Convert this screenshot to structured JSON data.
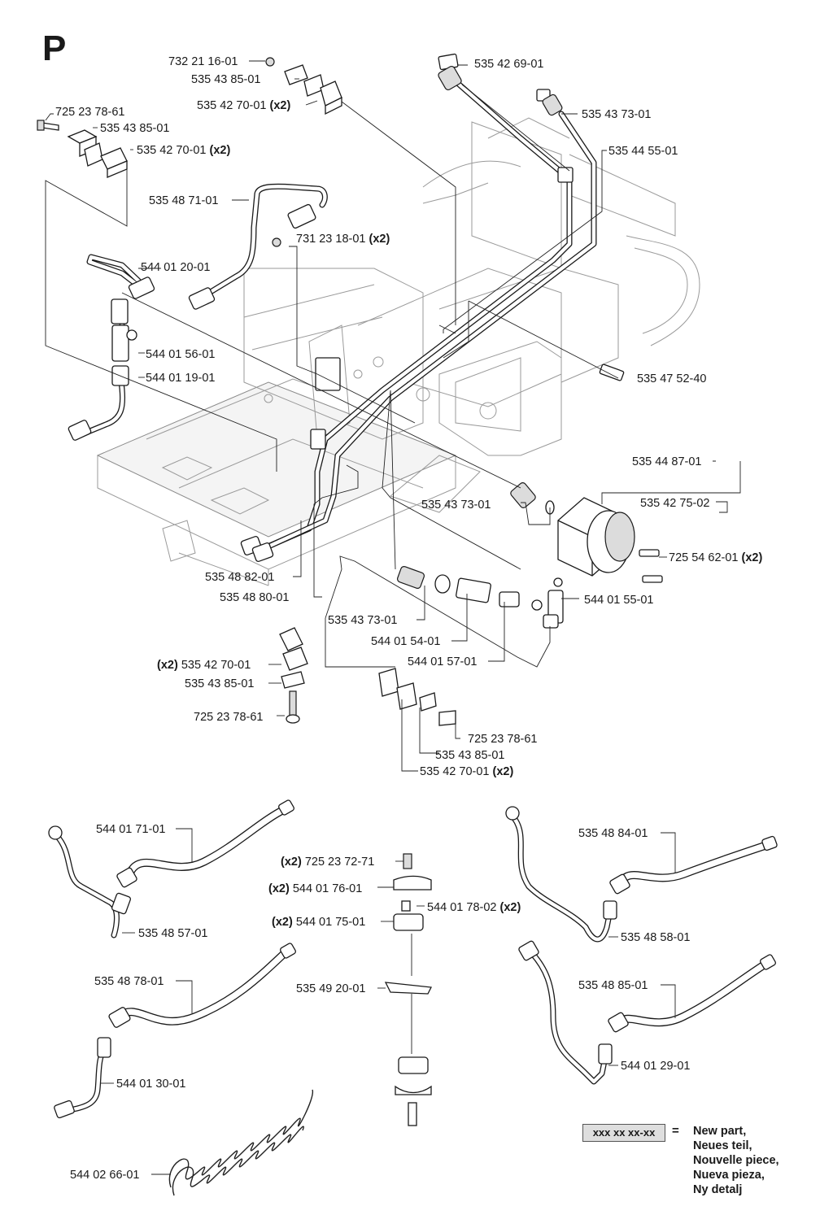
{
  "page_letter": "P",
  "multiplier": "(x2)",
  "legend": {
    "sample": "xxx xx xx-xx",
    "equals": "=",
    "lines": [
      "New part,",
      "Neues teil,",
      "Nouvelle piece,",
      "Nueva pieza,",
      "Ny detalj"
    ]
  },
  "labels": [
    {
      "id": "p-732-21-16-01",
      "text": "732 21 16-01"
    },
    {
      "id": "p-535-43-85-01-a",
      "text": "535 43 85-01"
    },
    {
      "id": "p-535-42-70-01-a",
      "text": "535 42 70-01",
      "qty": "(x2)"
    },
    {
      "id": "p-725-23-78-61-a",
      "text": "725 23 78-61"
    },
    {
      "id": "p-535-43-85-01-b",
      "text": "535 43 85-01"
    },
    {
      "id": "p-535-42-70-01-b",
      "text": "535 42 70-01",
      "qty": "(x2)"
    },
    {
      "id": "p-535-42-69-01",
      "text": "535 42 69-01"
    },
    {
      "id": "p-535-43-73-01-a",
      "text": "535 43 73-01"
    },
    {
      "id": "p-535-44-55-01",
      "text": "535 44 55-01"
    },
    {
      "id": "p-535-48-71-01",
      "text": "535 48 71-01"
    },
    {
      "id": "p-731-23-18-01",
      "text": "731 23 18-01",
      "qty": "(x2)"
    },
    {
      "id": "p-544-01-20-01",
      "text": "544 01 20-01"
    },
    {
      "id": "p-544-01-56-01",
      "text": "544 01 56-01"
    },
    {
      "id": "p-544-01-19-01",
      "text": "544 01 19-01"
    },
    {
      "id": "p-535-47-52-40",
      "text": "535 47 52-40"
    },
    {
      "id": "p-535-44-87-01",
      "text": "535 44 87-01"
    },
    {
      "id": "p-535-42-75-02",
      "text": "535 42 75-02"
    },
    {
      "id": "p-535-43-73-01-b",
      "text": "535 43 73-01"
    },
    {
      "id": "p-725-54-62-01",
      "text": "725 54 62-01",
      "qty": "(x2)"
    },
    {
      "id": "p-544-01-55-01",
      "text": "544 01 55-01"
    },
    {
      "id": "p-535-48-82-01",
      "text": "535 48 82-01"
    },
    {
      "id": "p-535-48-80-01",
      "text": "535 48 80-01"
    },
    {
      "id": "p-535-43-73-01-c",
      "text": "535 43 73-01"
    },
    {
      "id": "p-544-01-54-01",
      "text": "544 01 54-01"
    },
    {
      "id": "p-544-01-57-01",
      "text": "544 01 57-01"
    },
    {
      "id": "p-535-42-70-01-c",
      "text": "535 42 70-01",
      "qty": "(x2)"
    },
    {
      "id": "p-535-43-85-01-c",
      "text": "535 43 85-01"
    },
    {
      "id": "p-725-23-78-61-b",
      "text": "725 23 78-61"
    },
    {
      "id": "p-725-23-78-61-c",
      "text": "725 23 78-61"
    },
    {
      "id": "p-535-43-85-01-d",
      "text": "535 43 85-01"
    },
    {
      "id": "p-535-42-70-01-d",
      "text": "535 42 70-01",
      "qty": "(x2)"
    },
    {
      "id": "p-544-01-71-01",
      "text": "544 01 71-01"
    },
    {
      "id": "p-535-48-57-01",
      "text": "535 48 57-01"
    },
    {
      "id": "p-725-23-72-71",
      "text": "725 23 72-71",
      "qty": "(x2)"
    },
    {
      "id": "p-544-01-76-01",
      "text": "544 01 76-01",
      "qty": "(x2)"
    },
    {
      "id": "p-544-01-78-02",
      "text": "544 01 78-02",
      "qty": "(x2)"
    },
    {
      "id": "p-544-01-75-01",
      "text": "544 01 75-01",
      "qty": "(x2)"
    },
    {
      "id": "p-535-49-20-01",
      "text": "535 49 20-01"
    },
    {
      "id": "p-535-48-84-01",
      "text": "535 48 84-01"
    },
    {
      "id": "p-535-48-58-01",
      "text": "535 48 58-01"
    },
    {
      "id": "p-535-48-78-01",
      "text": "535 48 78-01"
    },
    {
      "id": "p-535-48-85-01",
      "text": "535 48 85-01"
    },
    {
      "id": "p-544-01-30-01",
      "text": "544 01 30-01"
    },
    {
      "id": "p-544-01-29-01",
      "text": "544 01 29-01"
    },
    {
      "id": "p-544-02-66-01",
      "text": "544 02 66-01"
    }
  ]
}
